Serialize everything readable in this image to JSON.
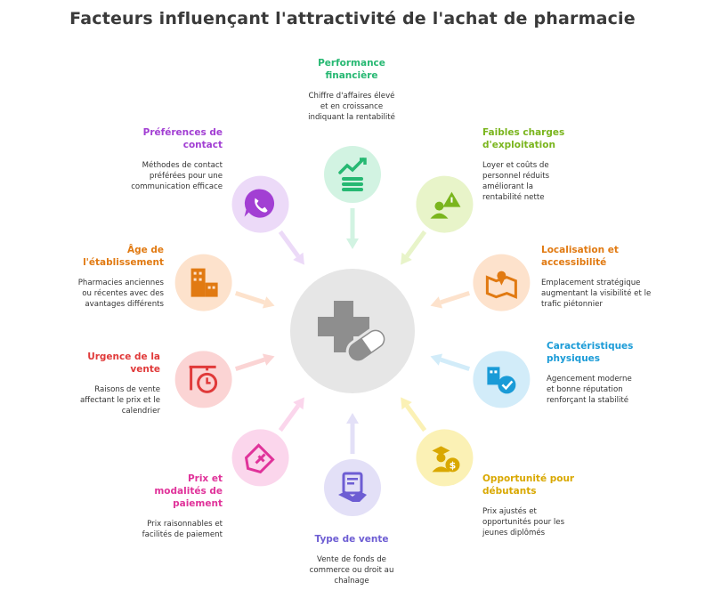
{
  "title": "Facteurs influençant l'attractivité de l'achat de pharmacie",
  "center": {
    "icon": "medical-cross-pill-icon",
    "color": "#e6e6e6"
  },
  "factors": [
    {
      "id": "performance",
      "title": "Performance financière",
      "desc": "Chiffre d'affaires élevé et en croissance indiquant la rentabilité",
      "color": "#26b872",
      "bg": "#d2f3e2",
      "icon": "growth-chart-money-icon"
    },
    {
      "id": "charges",
      "title": "Faibles charges d'exploitation",
      "desc": "Loyer et coûts de personnel réduits améliorant la rentabilité nette",
      "color": "#7ab51d",
      "bg": "#e8f4c9",
      "icon": "person-warning-icon"
    },
    {
      "id": "localisation",
      "title": "Localisation et accessibilité",
      "desc": "Emplacement stratégique augmentant la visibilité et le trafic piétonnier",
      "color": "#e17a12",
      "bg": "#fde2cc",
      "icon": "map-pin-icon"
    },
    {
      "id": "caracteristiques",
      "title": "Caractéristiques physiques",
      "desc": "Agencement moderne et bonne réputation renforçant la stabilité",
      "color": "#1a9bd7",
      "bg": "#d2ecf9",
      "icon": "building-check-icon"
    },
    {
      "id": "opportunite",
      "title": "Opportunité pour débutants",
      "desc": "Prix ajustés et opportunités pour les jeunes diplômés",
      "color": "#d9a800",
      "bg": "#fbf1b5",
      "icon": "graduate-money-icon"
    },
    {
      "id": "type",
      "title": "Type de vente",
      "desc": "Vente de fonds de commerce ou droit au chaînage",
      "color": "#6d5dd3",
      "bg": "#e3e0f7",
      "icon": "document-handshake-icon"
    },
    {
      "id": "prix",
      "title": "Prix et modalités de paiement",
      "desc": "Prix raisonnables et facilités de paiement",
      "color": "#e0339a",
      "bg": "#fbd6ec",
      "icon": "price-tag-icon"
    },
    {
      "id": "urgence",
      "title": "Urgence de la vente",
      "desc": "Raisons de vente affectant le prix et le calendrier",
      "color": "#e03a3a",
      "bg": "#fbd4d4",
      "icon": "timer-sign-icon"
    },
    {
      "id": "age",
      "title": "Âge de l'établissement",
      "desc": "Pharmacies anciennes ou récentes avec des avantages différents",
      "color": "#e17a12",
      "bg": "#fde2cc",
      "icon": "old-building-icon"
    },
    {
      "id": "preferences",
      "title": "Préférences de contact",
      "desc": "Méthodes de contact préférées pour une communication efficace",
      "color": "#a23fd3",
      "bg": "#ecdaf8",
      "icon": "phone-chat-icon"
    }
  ]
}
